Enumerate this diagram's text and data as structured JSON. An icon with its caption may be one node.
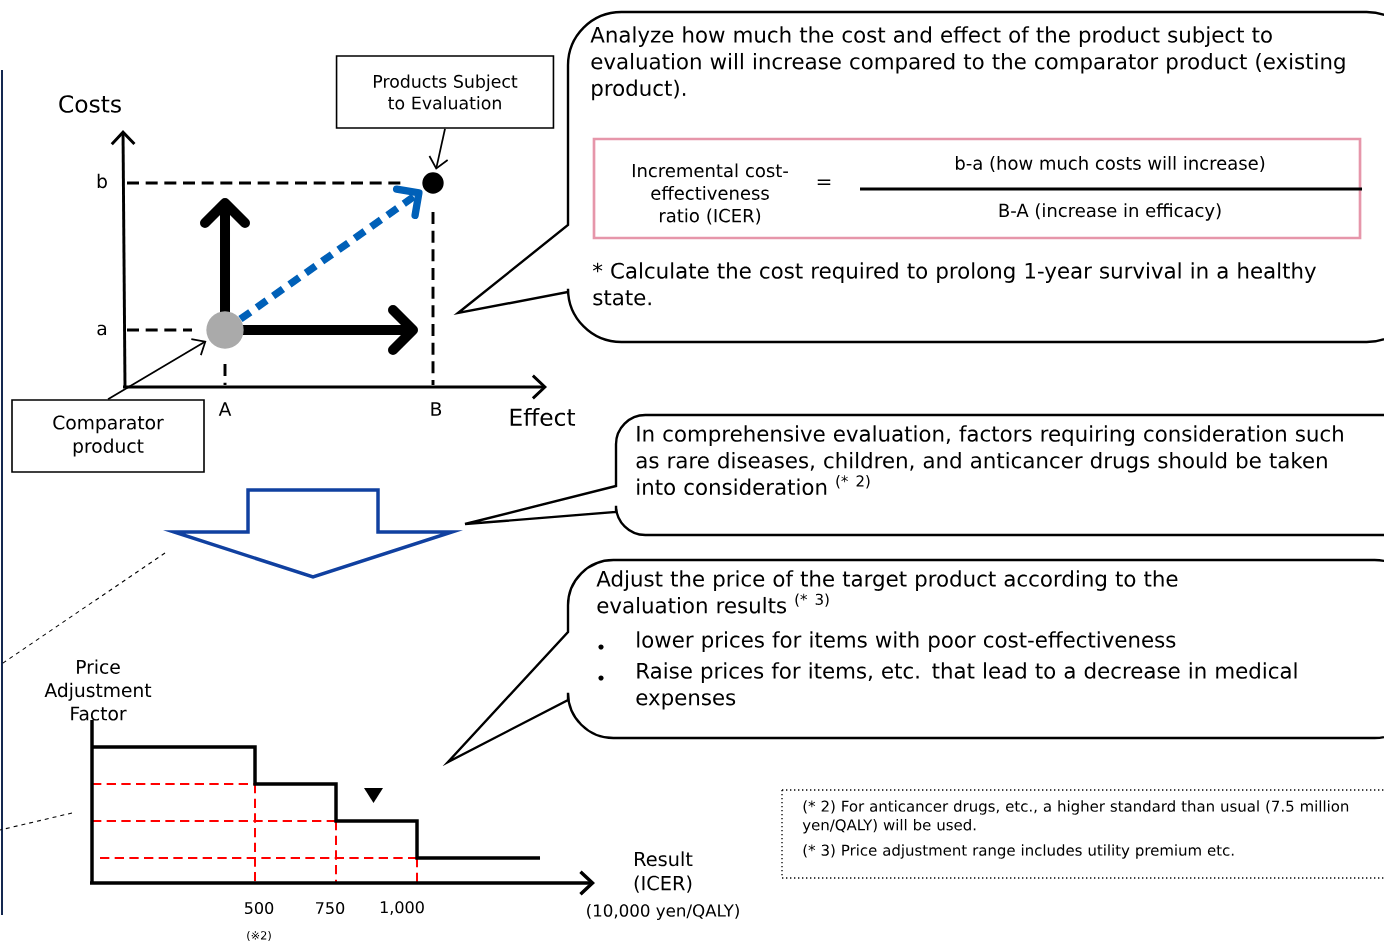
{
  "diagram": {
    "nodes": [
      {
        "text": [
          "Products Subject to Evaluation"
        ]
      },
      {
        "text": [
          "Comparator product"
        ]
      },
      {
        "text": [
          "Analyze how much the cost and effect of the product subject to evaluation will increase compared to the comparator product (existing product).",
          "* Calculate the cost required to prolong 1-year survival in a healthy state."
        ]
      },
      {
        "text": [
          "Incremental cost-effectiveness ratio (ICER)",
          "=",
          "b-a (how much costs will increase)",
          "B-A (increase in efficacy)"
        ],
        "in": 2
      },
      {
        "text": [
          "In comprehensive evaluation, factors requiring consideration such as rare diseases, children, and anticancer drugs should be taken into consideration $^{(* 2)}$"
        ]
      },
      {
        "text": [
          "Adjust the price of the target product according to the evaluation results $^{(* 3)}$",
          "lower prices for items with poor cost-effectiveness",
          "Raise prices for items, etc. that lead to a decrease in medical expenses"
        ]
      },
      {
        "text": [
          "(* 2) For anticancer drugs, etc., a higher standard than usual (7.5 million yen/QALY) will be used.",
          "(* 3) Price adjustment range includes utility premium etc."
        ]
      },
      {
        "text": [],
        "shape": "circle"
      },
      {
        "text": [],
        "shape": "circle"
      }
    ],
    "edges": [
      {
        "from": 0,
        "to": 7,
        "arrow": "to"
      },
      {
        "from": 1,
        "to": 8,
        "arrow": "to"
      },
      {
        "from": 8,
        "to": 7,
        "arrow": "to",
        "style": "dashed",
        "color": "#0060b8"
      }
    ],
    "labels": [
      "Costs",
      "b",
      "a",
      "A",
      "B",
      "Effect",
      "Price Adjustment Factor",
      "Result (ICER)",
      "500",
      "750",
      "1,000",
      "(※2)",
      "(10,000 yen/QALY)"
    ]
  }
}
